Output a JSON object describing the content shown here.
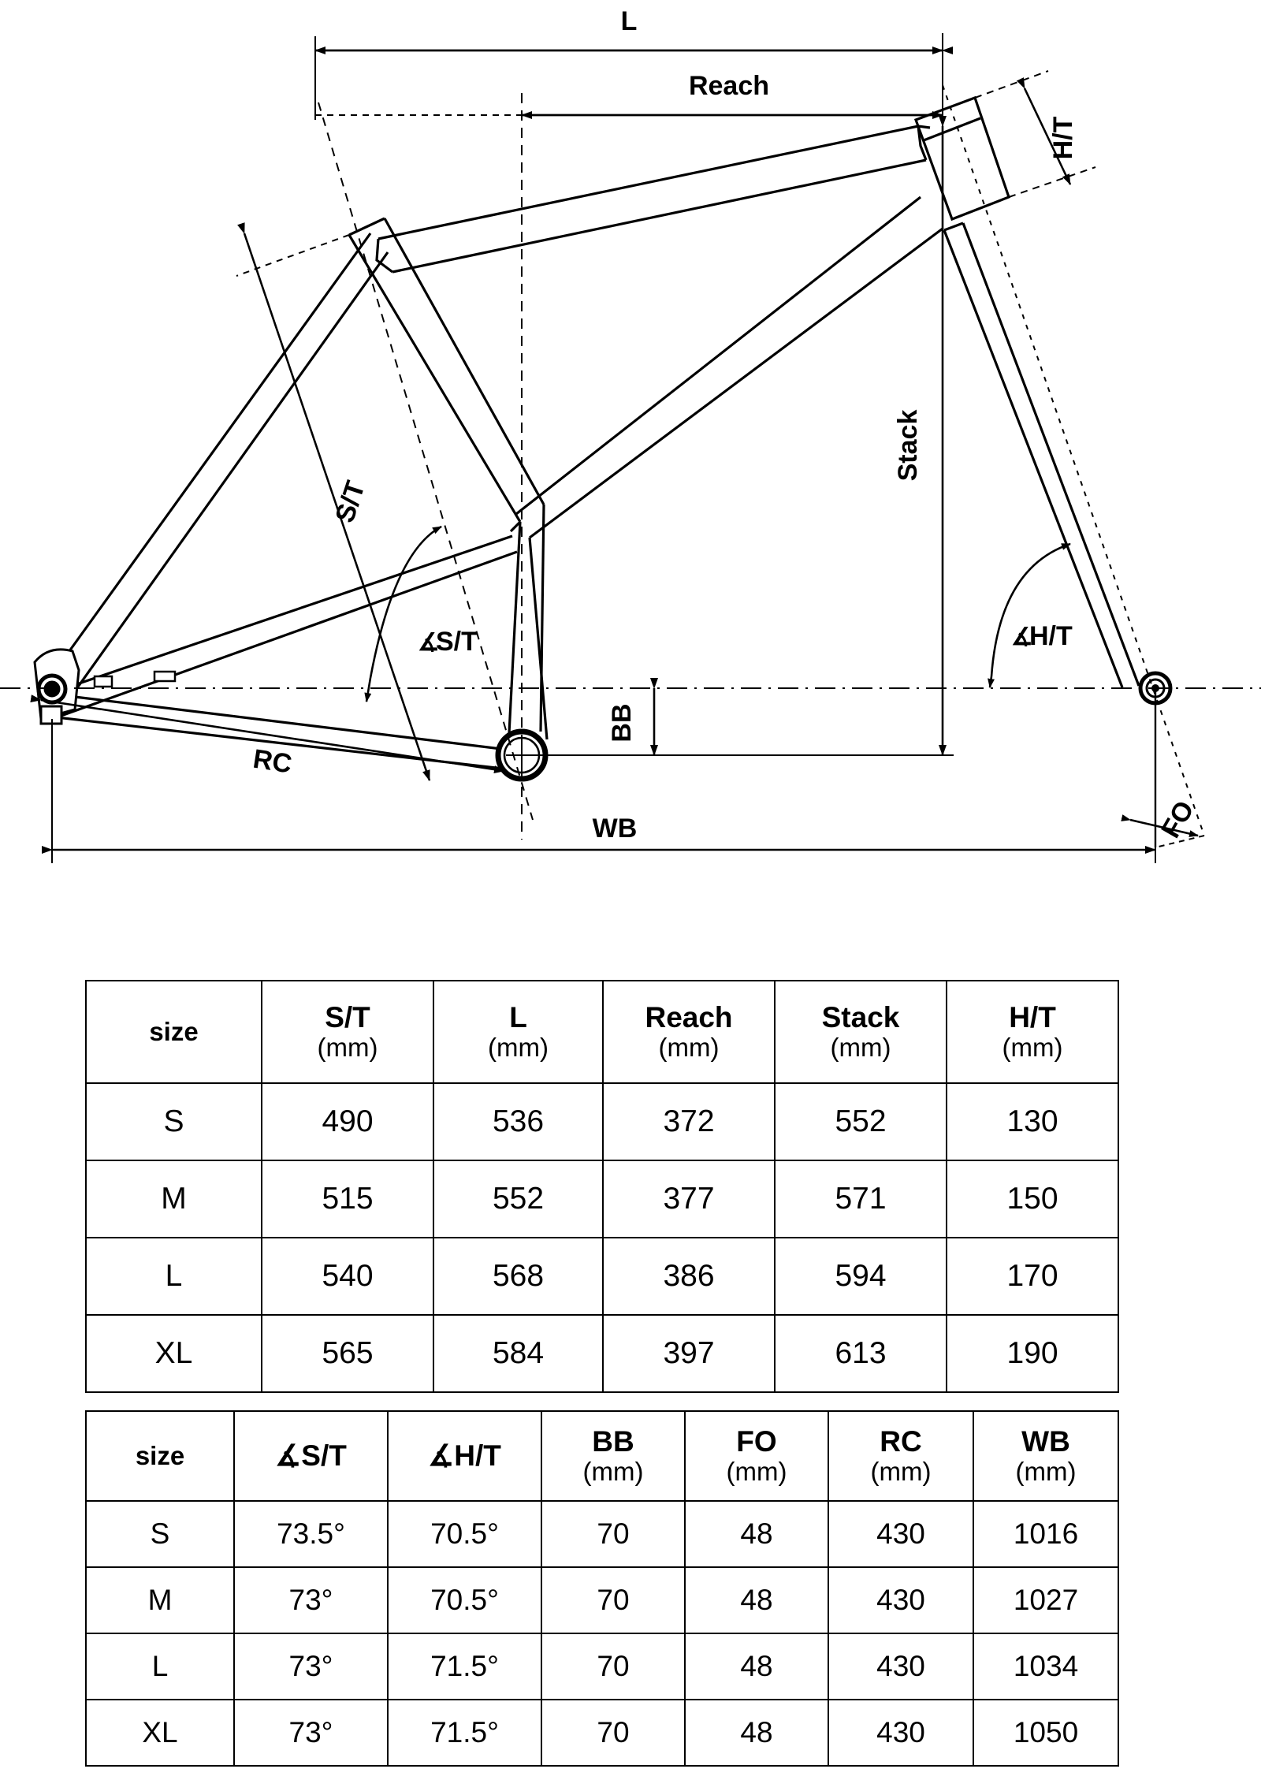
{
  "diagram": {
    "name": "bicycle-frame-geometry-diagram",
    "labels": {
      "l": "L",
      "reach": "Reach",
      "ht": "H/T",
      "stack": "Stack",
      "st": "S/T",
      "st_angle": "S/T",
      "ht_angle": "H/T",
      "bb": "BB",
      "rc": "RC",
      "wb": "WB",
      "fo": "FO",
      "angle_symbol": "∡"
    }
  },
  "tables": {
    "geometry": {
      "name": "frame-geometry-table",
      "columns": [
        {
          "label": "size",
          "unit": ""
        },
        {
          "label": "S/T",
          "unit": "(mm)"
        },
        {
          "label": "L",
          "unit": "(mm)"
        },
        {
          "label": "Reach",
          "unit": "(mm)"
        },
        {
          "label": "Stack",
          "unit": "(mm)"
        },
        {
          "label": "H/T",
          "unit": "(mm)"
        }
      ],
      "rows": [
        {
          "size": "S",
          "st": "490",
          "l": "536",
          "reach": "372",
          "stack": "552",
          "ht": "130"
        },
        {
          "size": "M",
          "st": "515",
          "l": "552",
          "reach": "377",
          "stack": "571",
          "ht": "150"
        },
        {
          "size": "L",
          "st": "540",
          "l": "568",
          "reach": "386",
          "stack": "594",
          "ht": "170"
        },
        {
          "size": "XL",
          "st": "565",
          "l": "584",
          "reach": "397",
          "stack": "613",
          "ht": "190"
        }
      ]
    },
    "angles": {
      "name": "frame-angles-table",
      "columns": [
        {
          "label": "size",
          "unit": ""
        },
        {
          "label": "∡S/T",
          "unit": ""
        },
        {
          "label": "∡H/T",
          "unit": ""
        },
        {
          "label": "BB",
          "unit": "(mm)"
        },
        {
          "label": "FO",
          "unit": "(mm)"
        },
        {
          "label": "RC",
          "unit": "(mm)"
        },
        {
          "label": "WB",
          "unit": "(mm)"
        }
      ],
      "rows": [
        {
          "size": "S",
          "st_angle": "73.5°",
          "ht_angle": "70.5°",
          "bb": "70",
          "fo": "48",
          "rc": "430",
          "wb": "1016"
        },
        {
          "size": "M",
          "st_angle": "73°",
          "ht_angle": "70.5°",
          "bb": "70",
          "fo": "48",
          "rc": "430",
          "wb": "1027"
        },
        {
          "size": "L",
          "st_angle": "73°",
          "ht_angle": "71.5°",
          "bb": "70",
          "fo": "48",
          "rc": "430",
          "wb": "1034"
        },
        {
          "size": "XL",
          "st_angle": "73°",
          "ht_angle": "71.5°",
          "bb": "70",
          "fo": "48",
          "rc": "430",
          "wb": "1050"
        }
      ]
    }
  },
  "colors": {
    "line": "#000000",
    "background": "#ffffff"
  }
}
